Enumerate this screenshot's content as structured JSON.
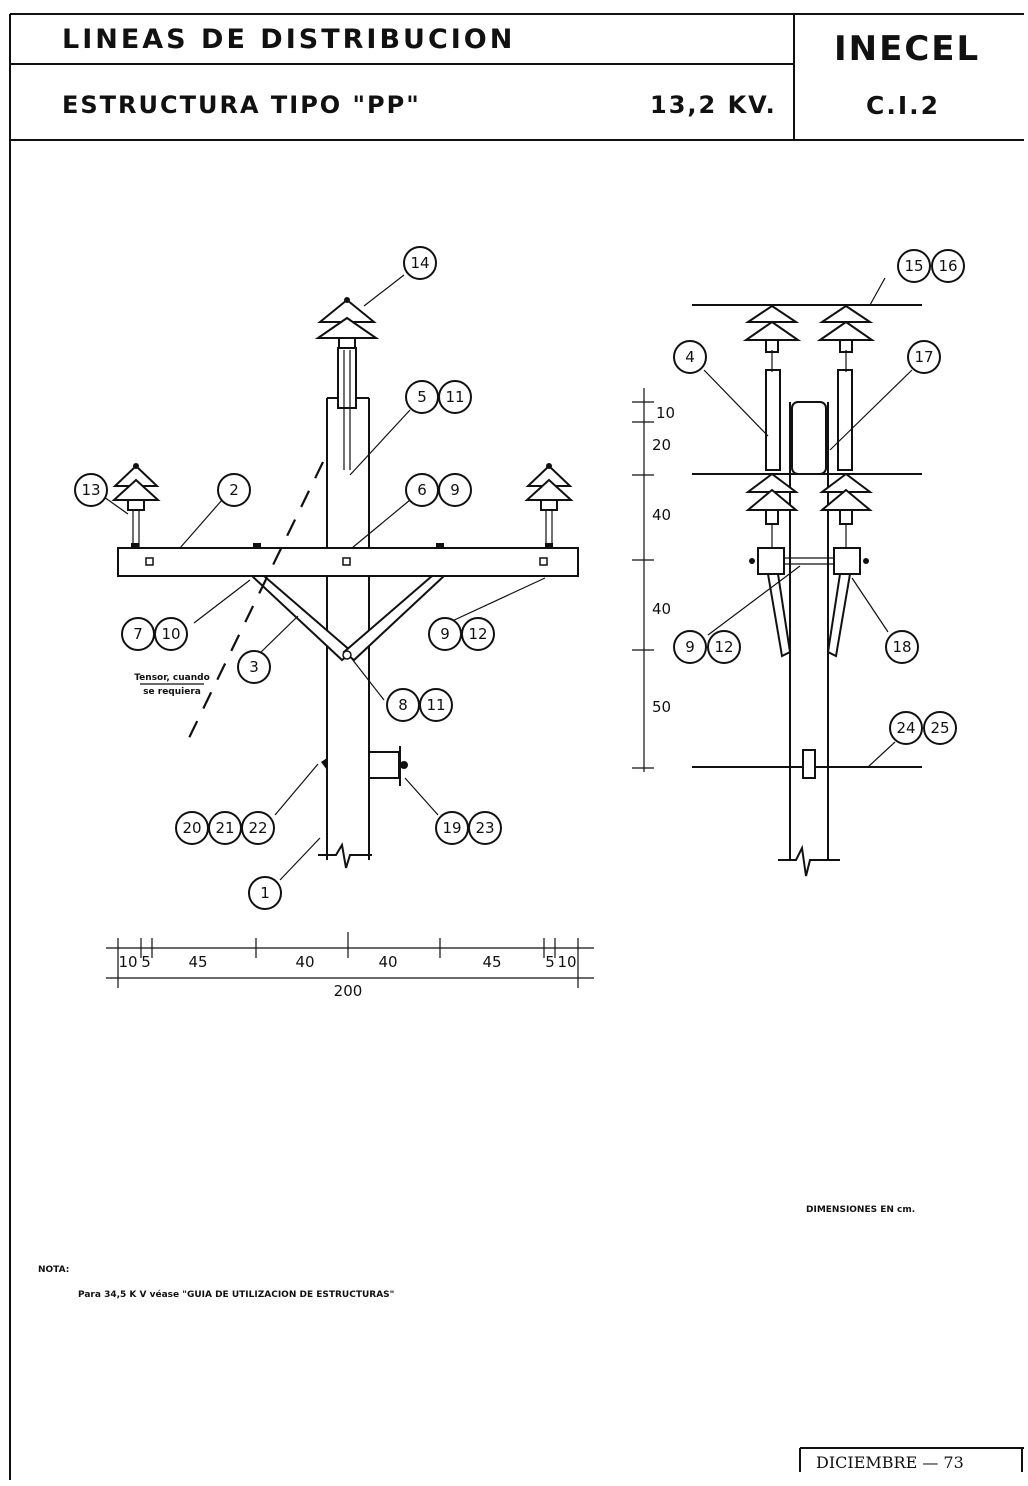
{
  "title_block": {
    "series": "LINEAS DE DISTRIBUCION",
    "structure": "ESTRUCTURA TIPO \"PP\"",
    "voltage": "13,2 KV.",
    "org": "INECEL",
    "code": "C.I.2"
  },
  "callouts_front": {
    "c14": "14",
    "c5_11": [
      "5",
      "11"
    ],
    "c13": "13",
    "c2": "2",
    "c6_9": [
      "6",
      "9"
    ],
    "c7_10": [
      "7",
      "10"
    ],
    "c9_12": [
      "9",
      "12"
    ],
    "c3": "3",
    "c8_11": [
      "8",
      "11"
    ],
    "c20_21_22": [
      "20",
      "21",
      "22"
    ],
    "c19_23": [
      "19",
      "23"
    ],
    "c1": "1"
  },
  "callouts_side": {
    "c15_16": [
      "15",
      "16"
    ],
    "c4": "4",
    "c17": "17",
    "c9_12": [
      "9",
      "12"
    ],
    "c18": "18",
    "c24_25": [
      "24",
      "25"
    ]
  },
  "tensor_note": [
    "Tensor, cuando",
    "se requiera"
  ],
  "vertical_dims": [
    "10",
    "20",
    "40",
    "40",
    "50"
  ],
  "horizontal_dims": {
    "segments": [
      "10",
      "5",
      "45",
      "40",
      "40",
      "45",
      "5",
      "10"
    ],
    "total": "200"
  },
  "units_note": "DIMENSIONES EN cm.",
  "nota": {
    "label": "NOTA:",
    "text": "Para 34,5 K V véase \"GUIA DE UTILIZACION DE ESTRUCTURAS\""
  },
  "date": "DICIEMBRE — 73"
}
